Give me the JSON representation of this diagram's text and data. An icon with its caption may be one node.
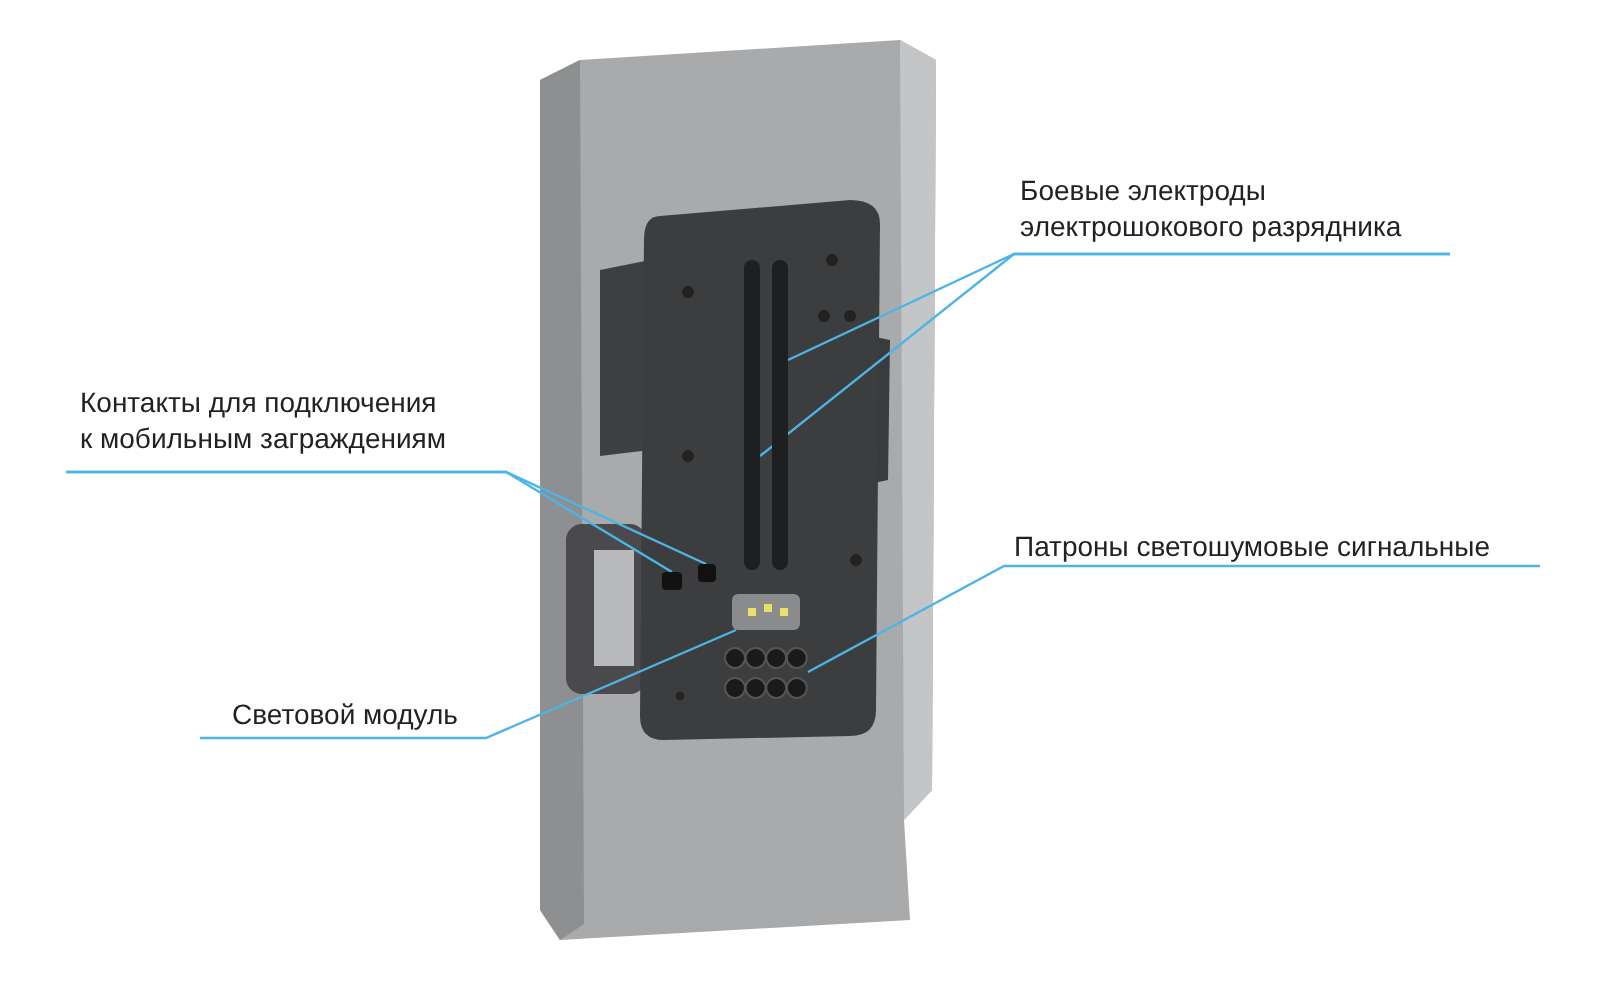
{
  "diagram": {
    "nodes": [
      {
        "text": [
          "Боевые электроды электрошокового разрядника"
        ]
      },
      {
        "text": [],
        "shape": "bar"
      },
      {
        "text": [],
        "shape": "bar"
      },
      {
        "text": [
          "Контакты для подключения к мобильным заграждениям"
        ]
      },
      {
        "text": [],
        "shape": "box"
      },
      {
        "text": [],
        "shape": "box"
      },
      {
        "text": [
          "Патроны светошумовые сигнальные"
        ]
      },
      {
        "text": [],
        "shape": "picture"
      },
      {
        "text": [
          "Световой модуль"
        ]
      },
      {
        "text": [],
        "shape": "picture"
      }
    ],
    "edges": [
      {
        "from": 0,
        "to": 1,
        "arrow": "none"
      },
      {
        "from": 0,
        "to": 2,
        "arrow": "none"
      },
      {
        "from": 3,
        "to": 4,
        "arrow": "none"
      },
      {
        "from": 3,
        "to": 5,
        "arrow": "none"
      },
      {
        "from": 6,
        "to": 9,
        "arrow": "none"
      },
      {
        "from": 8,
        "to": 7,
        "arrow": "none"
      }
    ]
  }
}
